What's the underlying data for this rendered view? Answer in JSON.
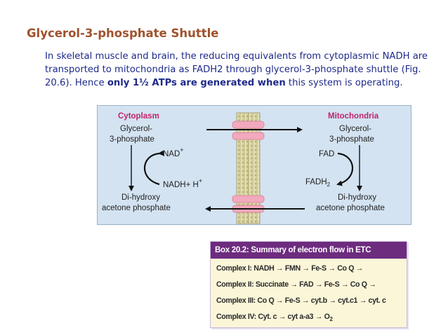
{
  "slide": {
    "title": "Glycerol-3-phosphate Shuttle",
    "para_1": "In skeletal muscle and brain, the reducing equivalents from cytoplasmic NADH are transported to mitochondria as FADH2 through glycerol-3-phosphate shuttle (Fig. 20.6). Hence ",
    "para_bold": "only 1½ ATPs are generated when",
    "para_2": " this system is operating."
  },
  "figure": {
    "cytoplasm_label": "Cytoplasm",
    "mitochondria_label": "Mitochondria",
    "left_top_1": "Glycerol-",
    "left_top_2": "3-phosphate",
    "nad": "NAD",
    "nad_sup": "+",
    "nadh": "NADH+ H",
    "nadh_sup": "+",
    "left_bottom_1": "Di-hydroxy",
    "left_bottom_2": "acetone phosphate",
    "right_top_1": "Glycerol-",
    "right_top_2": "3-phosphate",
    "fad": "FAD",
    "fadh": "FADH",
    "fadh_sub": "2",
    "right_bottom_1": "Di-hydroxy",
    "right_bottom_2": "acetone phosphate"
  },
  "box": {
    "heading": "Box 20.2: Summary of electron flow in ETC",
    "line_1": "Complex I:  NADH → FMN → Fe-S → Co Q →",
    "line_2": "Complex II: Succinate → FAD → Fe-S → Co Q →",
    "line_3": "Complex III: Co Q → Fe-S → cyt.b → cyt.c1 → cyt. c",
    "line_4": "Complex IV: Cyt. c → cyt a-a3 → O",
    "line_4_sub": "2"
  }
}
